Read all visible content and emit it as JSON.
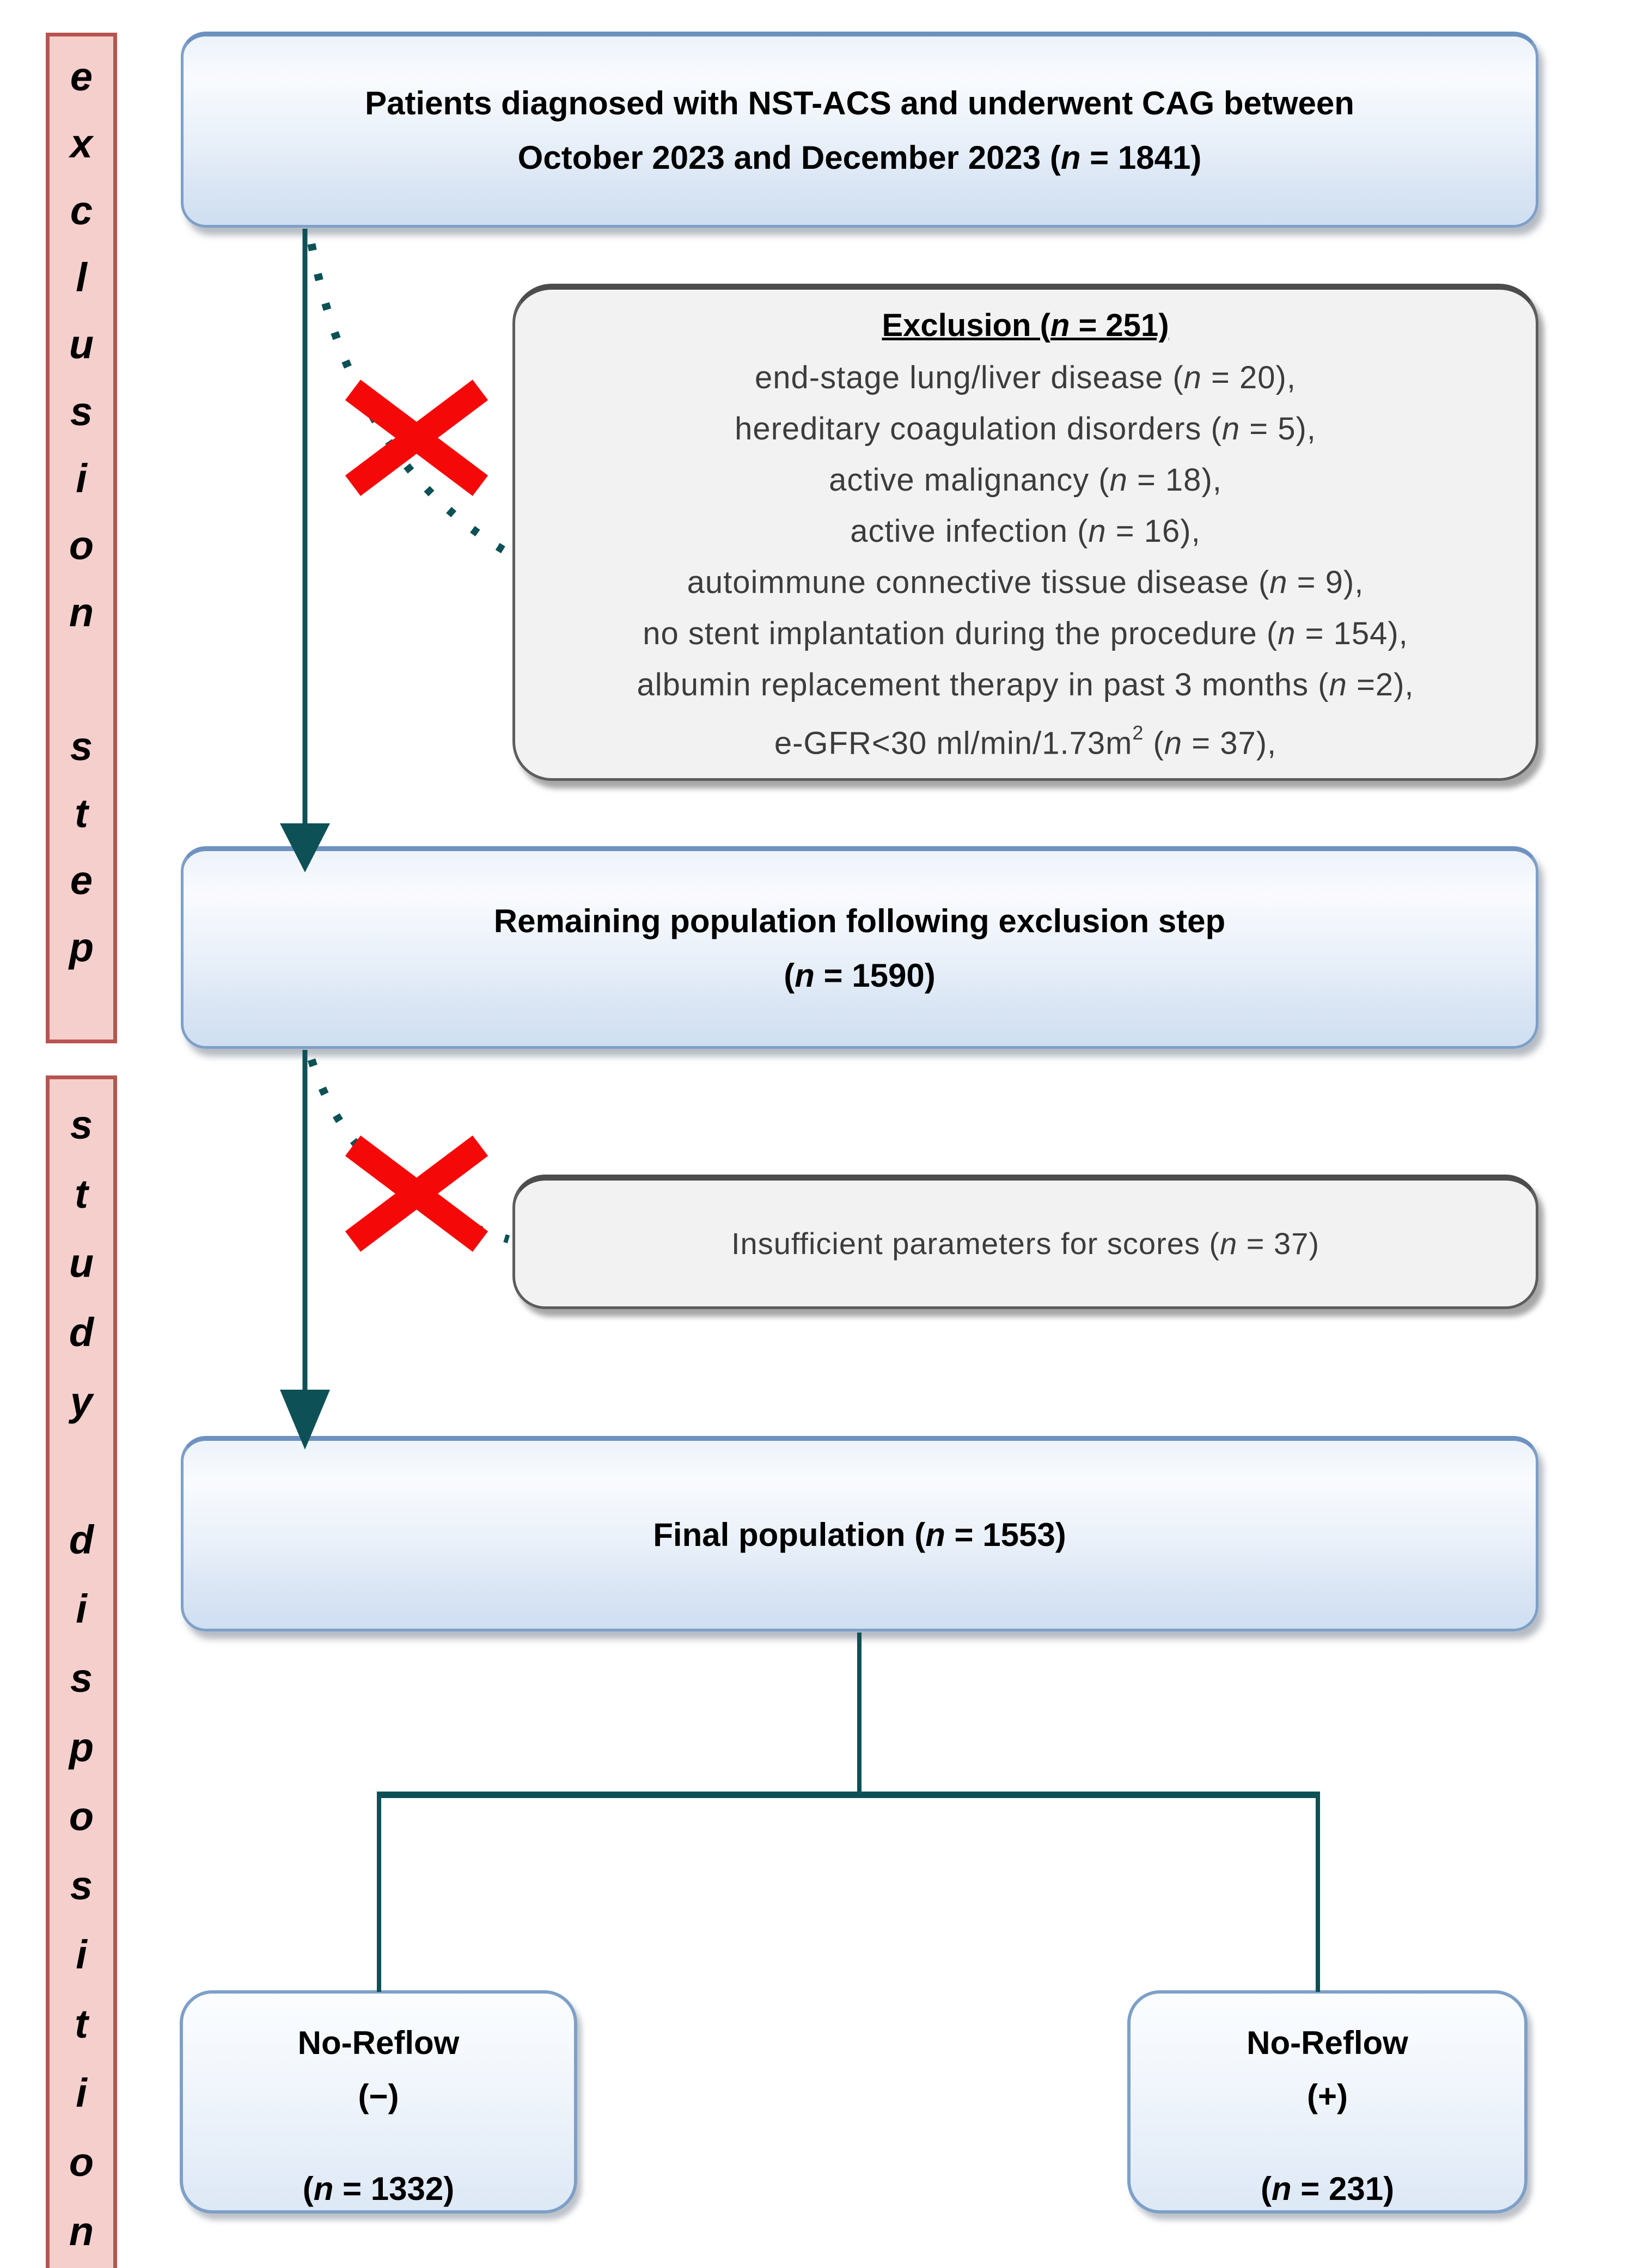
{
  "palette": {
    "teal_connector": "#0d5156",
    "red_x": "#f50808",
    "pink_band_fill": "#f5cfcc",
    "pink_band_border": "#b85450",
    "blue_box_border": "#7da0c8",
    "blue_box_fill_bottom": "#cfdff1",
    "gray_box_fill": "#f2f2f2",
    "gray_box_border": "#5d5d5d"
  },
  "sidebar": {
    "band1": {
      "label": "exclusion step",
      "letters": [
        "e",
        "x",
        "c",
        "l",
        "u",
        "s",
        "i",
        "o",
        "n",
        "",
        "s",
        "t",
        "e",
        "p"
      ]
    },
    "band2": {
      "label": "study disposition",
      "letters": [
        "s",
        "t",
        "u",
        "d",
        "y",
        "",
        "d",
        "i",
        "s",
        "p",
        "o",
        "s",
        "i",
        "t",
        "i",
        "o",
        "n"
      ]
    }
  },
  "boxes": {
    "patients": {
      "line1": "Patients diagnosed with NST-ACS and underwent CAG between",
      "line2_rich": [
        {
          "t": "October 2023 and December 2023 ("
        },
        {
          "t": "n",
          "i": 1
        },
        {
          "t": " = 1841)"
        }
      ]
    },
    "exclusion": {
      "title_rich": [
        {
          "t": "Exclusion ("
        },
        {
          "t": "n",
          "i": 1
        },
        {
          "t": " = 251)"
        }
      ],
      "items": [
        [
          {
            "t": "end-stage lung/liver disease ("
          },
          {
            "t": "n",
            "i": 1
          },
          {
            "t": " = 20),"
          }
        ],
        [
          {
            "t": "hereditary coagulation disorders ("
          },
          {
            "t": "n",
            "i": 1
          },
          {
            "t": " = 5),"
          }
        ],
        [
          {
            "t": "active malignancy ("
          },
          {
            "t": "n",
            "i": 1
          },
          {
            "t": " = 18),"
          }
        ],
        [
          {
            "t": "active infection ("
          },
          {
            "t": "n",
            "i": 1
          },
          {
            "t": " = 16),"
          }
        ],
        [
          {
            "t": "autoimmune connective tissue disease ("
          },
          {
            "t": "n",
            "i": 1
          },
          {
            "t": " = 9),"
          }
        ],
        [
          {
            "t": "no stent implantation during the procedure ("
          },
          {
            "t": "n",
            "i": 1
          },
          {
            "t": " = 154),"
          }
        ],
        [
          {
            "t": "albumin replacement therapy in past 3 months ("
          },
          {
            "t": "n",
            "i": 1
          },
          {
            "t": " =2),"
          }
        ],
        [
          {
            "t": "e-GFR<30 ml/min/1.73m"
          },
          {
            "t": "2",
            "sup": 1
          },
          {
            "t": " ("
          },
          {
            "t": "n",
            "i": 1
          },
          {
            "t": " = 37),"
          }
        ]
      ]
    },
    "remaining": {
      "line1": "Remaining population following exclusion step",
      "line2_rich": [
        {
          "t": "("
        },
        {
          "t": "n",
          "i": 1
        },
        {
          "t": " = 1590)"
        }
      ]
    },
    "insufficient": {
      "line_rich": [
        {
          "t": "Insufficient parameters for scores ("
        },
        {
          "t": "n",
          "i": 1
        },
        {
          "t": " = 37)"
        }
      ]
    },
    "final": {
      "line_rich": [
        {
          "t": "Final population ("
        },
        {
          "t": "n",
          "i": 1
        },
        {
          "t": " = 1553)"
        }
      ]
    },
    "noreflow_negative": {
      "title": "No-Reflow",
      "sign": "(−)",
      "n_rich": [
        {
          "t": "("
        },
        {
          "t": "n",
          "i": 1
        },
        {
          "t": " = 1332)"
        }
      ]
    },
    "noreflow_positive": {
      "title": "No-Reflow",
      "sign": "(+)",
      "n_rich": [
        {
          "t": "("
        },
        {
          "t": "n",
          "i": 1
        },
        {
          "t": " = 231)"
        }
      ]
    }
  }
}
